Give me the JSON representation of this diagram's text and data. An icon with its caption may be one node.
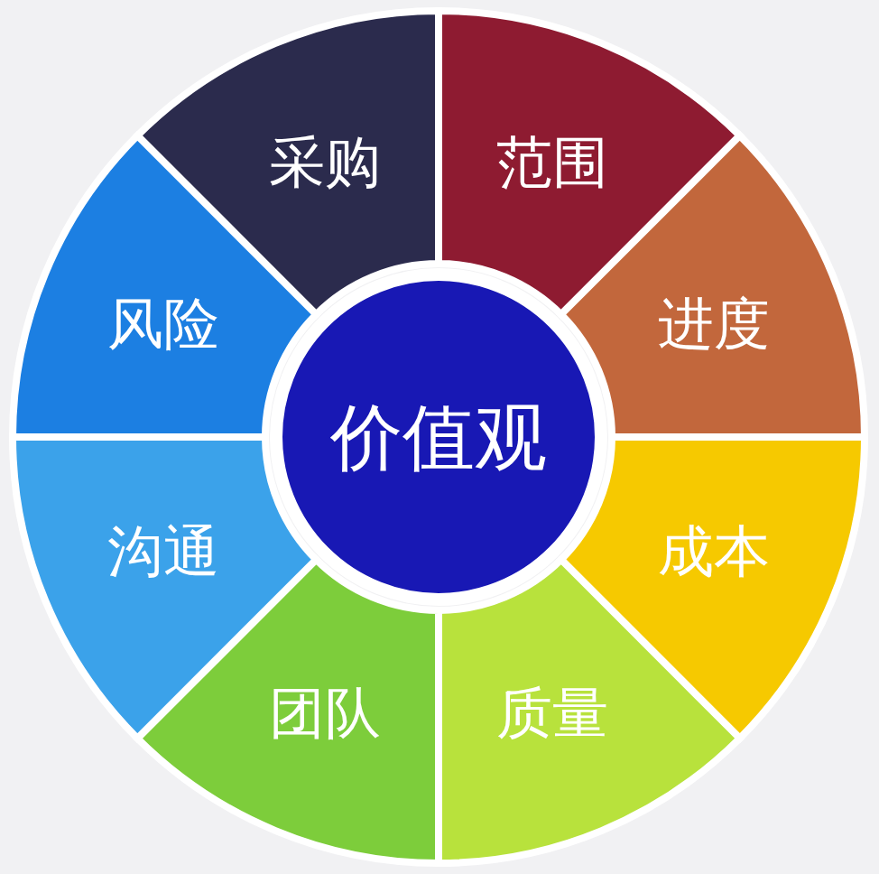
{
  "diagram": {
    "nodes": [
      {
        "text": [
          "采购"
        ]
      },
      {
        "text": [
          "范围"
        ]
      },
      {
        "text": [
          "进度"
        ]
      },
      {
        "text": [
          "成本"
        ]
      },
      {
        "text": [
          "质量"
        ]
      },
      {
        "text": [
          "团队"
        ]
      },
      {
        "text": [
          "沟通"
        ]
      },
      {
        "text": [
          "风险"
        ]
      },
      {
        "text": [
          "价值观"
        ]
      }
    ]
  }
}
